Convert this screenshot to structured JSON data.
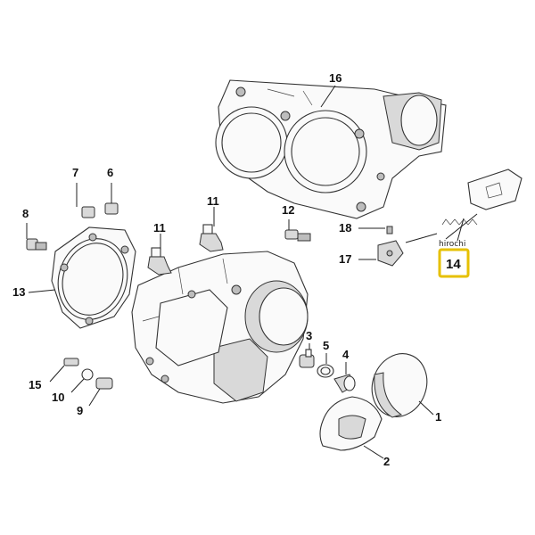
{
  "labels": {
    "p1": "1",
    "p2": "2",
    "p3": "3",
    "p4": "4",
    "p5": "5",
    "p6": "6",
    "p7": "7",
    "p8": "8",
    "p9": "9",
    "p10": "10",
    "p11a": "11",
    "p11b": "11",
    "p12": "12",
    "p13": "13",
    "p14": "14",
    "p15": "15",
    "p16": "16",
    "p17": "17",
    "p18": "18"
  },
  "watermark": "hirochi",
  "colors": {
    "highlight": "#e6c000",
    "ink": "#111111"
  }
}
